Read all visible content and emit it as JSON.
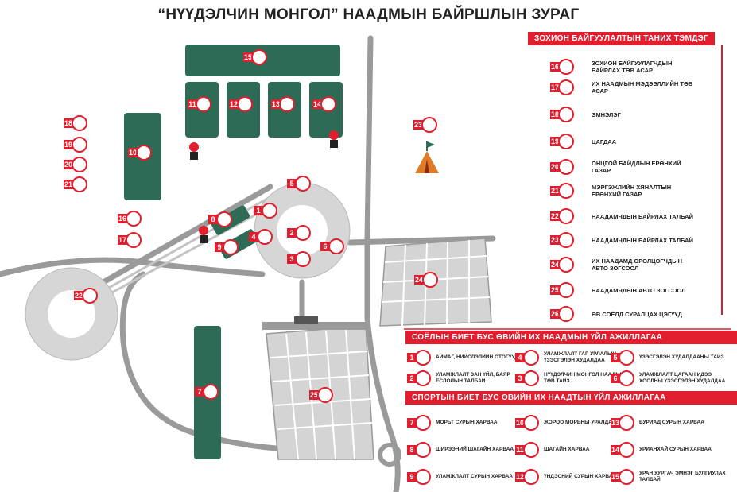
{
  "title": "“НҮҮДЭЛЧИН МОНГОЛ” НААДМЫН БАЙРШЛЫН ЗУРАГ",
  "colors": {
    "accent": "#e01e2d",
    "zone": "#2e6b57",
    "road": "#9a9a9a",
    "plaza": "#d6d6d6"
  },
  "legend_organizer": {
    "header": "ЗОХИОН БАЙГУУЛАЛТЫН ТАНИХ ТЭМДЭГ",
    "items": [
      {
        "num": "16",
        "icon": "handshake-icon",
        "text": "ЗОХИОН БАЙГУУЛАГЧДЫН БАЙРЛАХ ТӨВ АСАР"
      },
      {
        "num": "17",
        "icon": "info-icon",
        "text": "ИХ НААДМЫН МЭДЭЭЛЛИЙН ТӨВ АСАР"
      },
      {
        "num": "18",
        "icon": "medical-cross-icon",
        "text": "ЭМНЭЛЭГ"
      },
      {
        "num": "19",
        "icon": "police-icon",
        "text": "ЦАГДАА"
      },
      {
        "num": "20",
        "icon": "emergency-icon",
        "text": "ОНЦГОЙ БАЙДЛЫН ЕРӨНХИЙ ГАЗАР"
      },
      {
        "num": "21",
        "icon": "inspection-icon",
        "text": "МЭРГЭЖЛИЙН ХЯНАЛТЫН ЕРӨНХИЙ ГАЗАР"
      },
      {
        "num": "22",
        "icon": "c-icon",
        "text": "НААДАМЧДЫН БАЙРЛАХ ТАЛБАЙ"
      },
      {
        "num": "23",
        "icon": "c-icon",
        "text": "НААДАМЧДЫН БАЙРЛАХ ТАЛБАЙ"
      },
      {
        "num": "24",
        "icon": "parking-icon",
        "text": "ИХ НААДАМД ОРОЛЦОГЧДЫН АВТО ЗОГСООЛ"
      },
      {
        "num": "25",
        "icon": "parking-icon",
        "text": "НААДАМЧДЫН АВТО ЗОГСООЛ"
      },
      {
        "num": "26",
        "icon": "lock-icon",
        "text": "ӨВ СОЁЛД СУРАЛЦАХ ЦЭГҮҮД"
      }
    ]
  },
  "legend_culture": {
    "header": "СОЁЛЫН БИЕТ БУС ӨВИЙН ИХ НААДМЫН ҮЙЛ АЖИЛЛАГАА",
    "items": [
      {
        "num": "1",
        "text": "АЙМАГ, НИЙСЛЭЛИЙН ОТОГУУД"
      },
      {
        "num": "4",
        "text": "УЛАМЖЛАЛТ ГАР УРЛАЛЫН ҮЗЭСГЭЛЭН ХУДАЛДАА"
      },
      {
        "num": "5",
        "text": "ҮЗЭСГЭЛЭН ХУДАЛДААНЫ ТАЙЗ"
      },
      {
        "num": "2",
        "text": "УЛАМЖЛАЛТ ЗАН ҮЙЛ, БАЯР ЁСЛОЛЫН ТАЛБАЙ"
      },
      {
        "num": "3",
        "text": "НҮҮДЭЛЧИН МОНГОЛ НААДМЫН ТӨВ ТАЙЗ"
      },
      {
        "num": "6",
        "text": "УЛАМЖЛАЛТ ЦАГААН ИДЭЭ ХООЛНЫ ҮЗЭСГЭЛЭН ХУДАЛДАА"
      }
    ]
  },
  "legend_sport": {
    "header": "СПОРТЫН БИЕТ БУС ӨВИЙН ИХ НААДТЫН ҮЙЛ АЖИЛЛАГАА",
    "items": [
      {
        "num": "7",
        "text": "МОРЬТ СУРЫН ХАРВАА"
      },
      {
        "num": "10",
        "text": "ЖОРОО МОРЬНЫ УРАЛДААН"
      },
      {
        "num": "13",
        "text": "БУРИАД СУРЫН ХАРВАА"
      },
      {
        "num": "8",
        "text": "ШИРЭЭНИЙ ШАГАЙН ХАРВАА"
      },
      {
        "num": "11",
        "text": "ШАГАЙН ХАРВАА"
      },
      {
        "num": "14",
        "text": "УРИАНХАЙ СУРЫН ХАРВАА"
      },
      {
        "num": "9",
        "text": "УЛАМЖЛАЛТ СУРЫН ХАРВАА"
      },
      {
        "num": "12",
        "text": "ҮНДЭСНИЙ СУРЫН ХАРВАА"
      },
      {
        "num": "15",
        "text": "УРАН УУРГАЧ ЭМНЭГ БУЛГИУЛАХ ТАЛБАЙ"
      }
    ]
  },
  "map_labels": [
    {
      "num": "1"
    },
    {
      "num": "2"
    },
    {
      "num": "3"
    },
    {
      "num": "4"
    },
    {
      "num": "5"
    },
    {
      "num": "6"
    },
    {
      "num": "7"
    },
    {
      "num": "8"
    },
    {
      "num": "9"
    },
    {
      "num": "10"
    },
    {
      "num": "11"
    },
    {
      "num": "12"
    },
    {
      "num": "13"
    },
    {
      "num": "14"
    },
    {
      "num": "15"
    },
    {
      "num": "16"
    },
    {
      "num": "17"
    },
    {
      "num": "18"
    },
    {
      "num": "19"
    },
    {
      "num": "20"
    },
    {
      "num": "21"
    },
    {
      "num": "22"
    },
    {
      "num": "23"
    },
    {
      "num": "24"
    },
    {
      "num": "25"
    }
  ]
}
